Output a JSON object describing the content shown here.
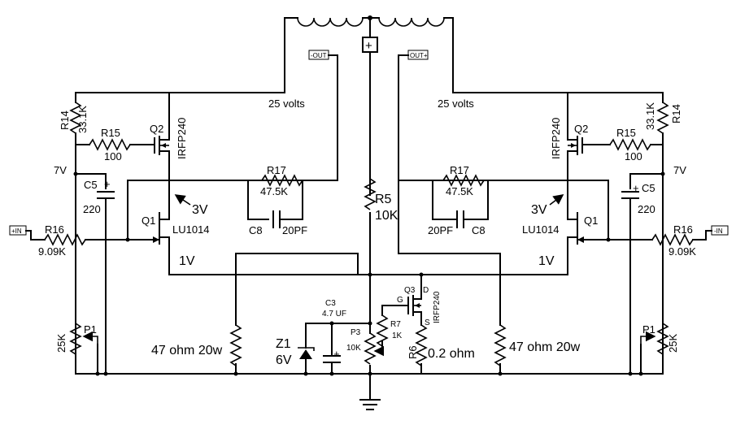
{
  "labels": {
    "out_minus": "-OUT",
    "out_plus": "OUT+",
    "plus_sym": "+",
    "in_plus": "+IN",
    "in_minus": "-IN",
    "volts25_left": "25 volts",
    "volts25_right": "25 volts",
    "r14_l": "R14",
    "r14_l_val": "33.1K",
    "r14_r": "R14",
    "r14_r_val": "33.1K",
    "r15_l": "R15",
    "r15_l_val": "100",
    "r15_r": "R15",
    "r15_r_val": "100",
    "q2_l": "Q2",
    "q2_r": "Q2",
    "irfp_l": "IRFP240",
    "irfp_r": "IRFP240",
    "v7_l": "7V",
    "v7_r": "7V",
    "c5_l": "C5",
    "c5_l_val": "220",
    "c5_r": "C5",
    "c5_r_val": "220",
    "r17_l": "R17",
    "r17_l_val": "47.5K",
    "r17_r": "R17",
    "r17_r_val": "47.5K",
    "c8_l": "C8",
    "c8_l_val": "20PF",
    "c8_r": "C8",
    "c8_r_val": "20PF",
    "v3_l": "3V",
    "v3_r": "3V",
    "q1_l": "Q1",
    "q1_r": "Q1",
    "lu_l": "LU1014",
    "lu_r": "LU1014",
    "r16_l": "R16",
    "r16_l_val": "9.09K",
    "r16_r": "R16",
    "r16_r_val": "9.09K",
    "v1_l": "1V",
    "v1_r": "1V",
    "r5": "R5",
    "r5_val": "10K",
    "q3": "Q3",
    "irfp_q3": "IRFP240",
    "pin_d": "D",
    "pin_g": "G",
    "pin_s": "S",
    "c3": "C3",
    "c3_val": "4.7 UF",
    "z1": "Z1",
    "z1_val": "6V",
    "p3": "P3",
    "p3_val": "10K",
    "r7": "R7",
    "r7_val": "1K",
    "r6": "R6",
    "r6_val": "0.2 ohm",
    "load_l": "47 ohm 20w",
    "load_r": "47 ohm 20w",
    "p1_l": "P1",
    "p1_l_val": "25K",
    "p1_r": "P1",
    "p1_r_val": "25K"
  }
}
